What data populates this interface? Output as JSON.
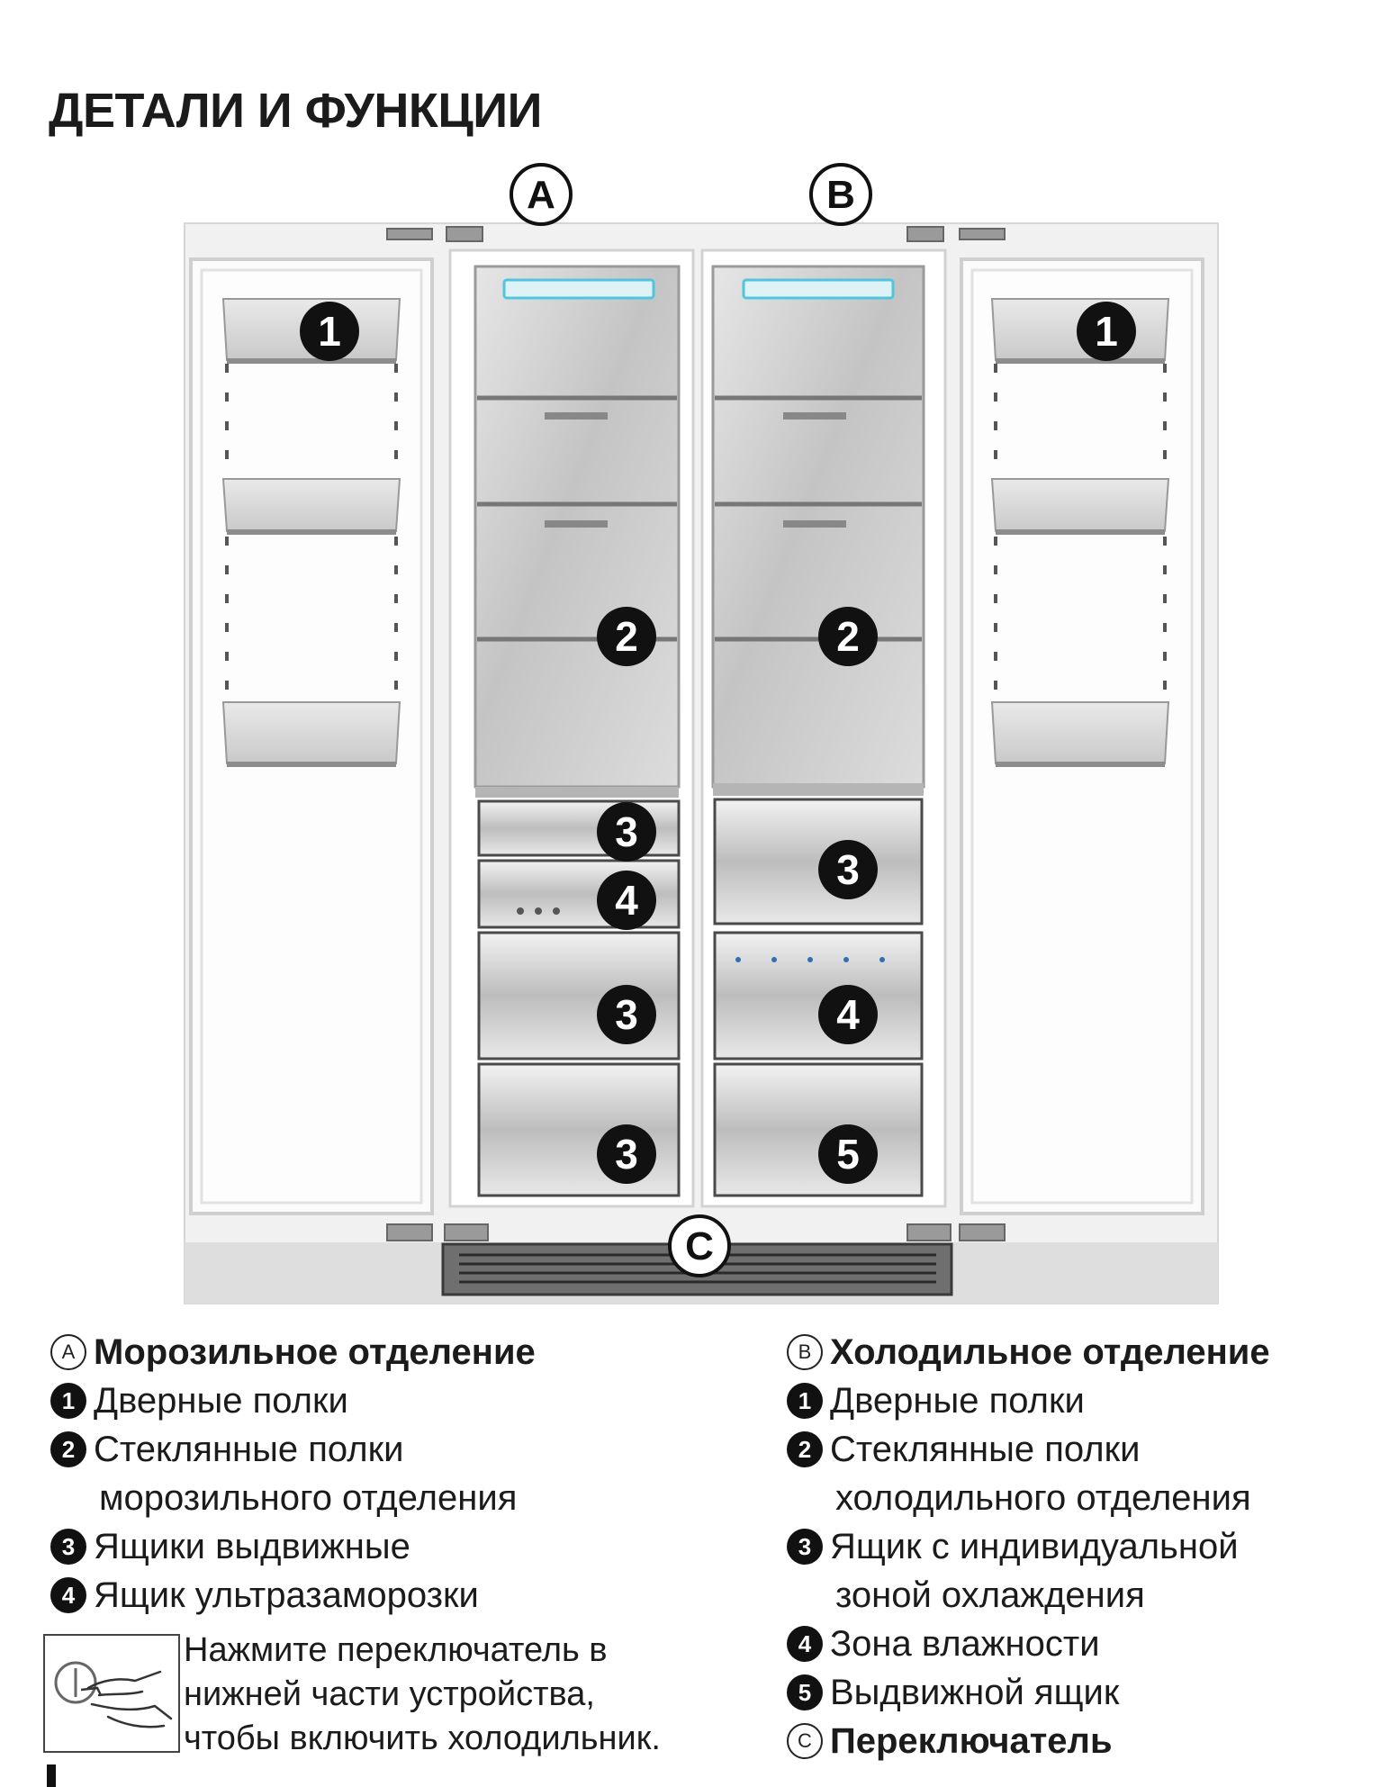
{
  "title": "ДЕТАЛИ И ФУНКЦИИ",
  "diagram": {
    "section_labels": [
      "A",
      "B",
      "C"
    ],
    "freezer_door_callout": "1",
    "fridge_door_callout": "1",
    "freezer_shelf_callout": "2",
    "fridge_shelf_callout": "2",
    "freezer_drawer_callouts": [
      "3",
      "4",
      "3",
      "3"
    ],
    "fridge_drawer_callouts": [
      "3",
      "4",
      "5"
    ]
  },
  "legend_left": {
    "heading_marker": "A",
    "heading": "Морозильное отделение",
    "items": [
      {
        "marker": "1",
        "line1": "Дверные полки",
        "line2": ""
      },
      {
        "marker": "2",
        "line1": "Стеклянные полки",
        "line2": "морозильного отделения"
      },
      {
        "marker": "3",
        "line1": "Ящики выдвижные",
        "line2": ""
      },
      {
        "marker": "4",
        "line1": "Ящик ультразаморозки",
        "line2": ""
      }
    ]
  },
  "legend_right": {
    "heading_marker": "B",
    "heading": "Холодильное отделение",
    "items": [
      {
        "marker": "1",
        "line1": "Дверные полки",
        "line2": ""
      },
      {
        "marker": "2",
        "line1": "Стеклянные полки",
        "line2": "холодильного отделения"
      },
      {
        "marker": "3",
        "line1": "Ящик с индивидуальной",
        "line2": "зоной охлаждения"
      },
      {
        "marker": "4",
        "line1": "Зона влажности",
        "line2": ""
      },
      {
        "marker": "5",
        "line1": "Выдвижной ящик",
        "line2": ""
      }
    ],
    "switch_marker": "C",
    "switch_label": "Переключатель"
  },
  "note": {
    "icon": "power-switch-hand-icon",
    "lines": [
      "Нажмите переключатель в",
      "нижней части устройства,",
      "чтобы включить холодильник."
    ]
  }
}
